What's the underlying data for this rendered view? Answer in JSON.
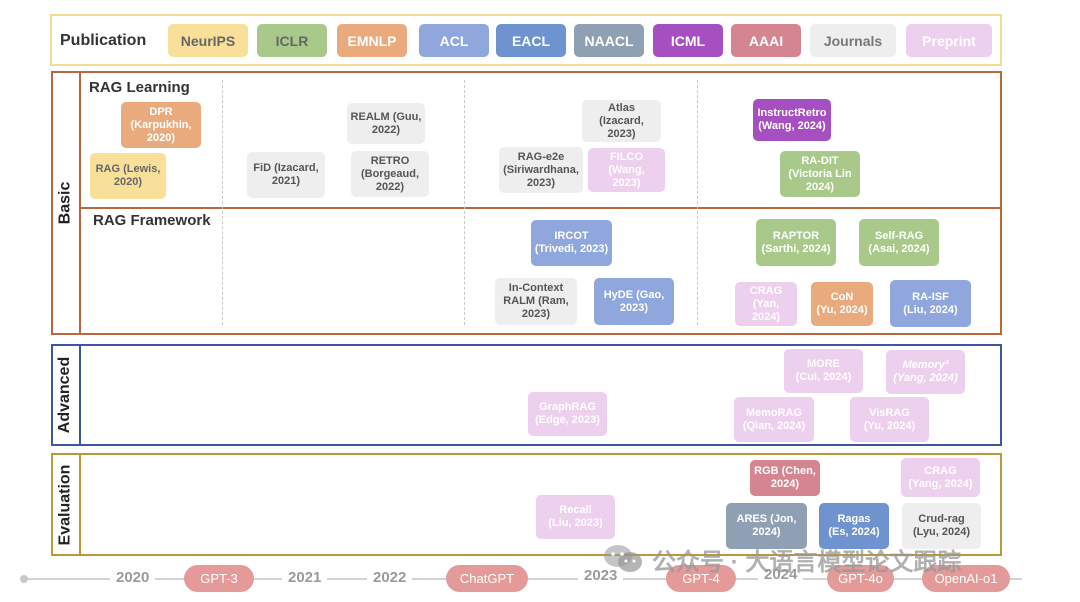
{
  "legend": {
    "title": "Publication",
    "venues": [
      "NeurIPS",
      "ICLR",
      "EMNLP",
      "ACL",
      "EACL",
      "NAACL",
      "ICML",
      "AAAI",
      "Journals",
      "Preprint"
    ]
  },
  "sections": {
    "basic": "Basic",
    "advanced": "Advanced",
    "evaluation": "Evaluation",
    "rag_learning": "RAG Learning",
    "rag_framework": "RAG Framework"
  },
  "papers": {
    "dpr": "DPR\n(Karpukhin,\n2020)",
    "rag": "RAG (Lewis,\n2020)",
    "fid": "FiD (Izacard,\n2021)",
    "realm": "REALM (Guu,\n2022)",
    "retro": "RETRO\n(Borgeaud,\n2022)",
    "atlas": "Atlas (Izacard,\n2023)",
    "rag_e2e": "RAG-e2e\n(Siriwardhana,\n2023)",
    "filco": "FILCO (Wang,\n2023)",
    "instructretro": "InstructRetro\n(Wang, 2024)",
    "ra_dit": "RA-DIT\n(Victoria Lin\n2024)",
    "ircot": "IRCOT\n(Trivedi, 2023)",
    "in_context_ralm": "In-Context\nRALM (Ram,\n2023)",
    "hyde": "HyDE (Gao,\n2023)",
    "raptor": "RAPTOR\n(Sarthi, 2024)",
    "self_rag": "Self-RAG\n(Asai, 2024)",
    "crag_yan": "CRAG\n(Yan, 2024)",
    "con": "CoN\n(Yu, 2024)",
    "ra_isf": "RA-ISF\n(Liu, 2024)",
    "more": "MORE\n(Cui, 2024)",
    "memory3": "Memory³\n(Yang, 2024)",
    "graphrag": "GraphRAG\n(Edge, 2023)",
    "memorag": "MemoRAG\n(Qian, 2024)",
    "visrag": "VisRAG\n(Yu, 2024)",
    "rgb": "RGB (Chen,\n2024)",
    "crag_yang": "CRAG\n(Yang, 2024)",
    "recall": "Recall\n(Liu, 2023)",
    "ares": "ARES (Jon,\n2024)",
    "ragas": "Ragas\n(Es, 2024)",
    "crud_rag": "Crud-rag\n(Lyu, 2024)"
  },
  "timeline": {
    "years": [
      "2020",
      "2021",
      "2022",
      "2023",
      "2024"
    ],
    "milestones": [
      "GPT-3",
      "ChatGPT",
      "GPT-4",
      "GPT-4o",
      "OpenAI-o1"
    ]
  },
  "watermark": "公众号 · 大语言模型论文跟踪",
  "colors": {
    "neurips": "#f8e09a",
    "iclr": "#a9c98a",
    "emnlp": "#e9aa7d",
    "acl": "#8fa7dc",
    "eacl": "#6f93cf",
    "naacl": "#8fa0b5",
    "icml": "#a54fc0",
    "aaai": "#d48590",
    "journals": "#eeeeee",
    "preprint": "#edcfee",
    "basic_border": "#b8683a",
    "advanced_border": "#3c57a0",
    "evaluation_border": "#b89a3a"
  }
}
